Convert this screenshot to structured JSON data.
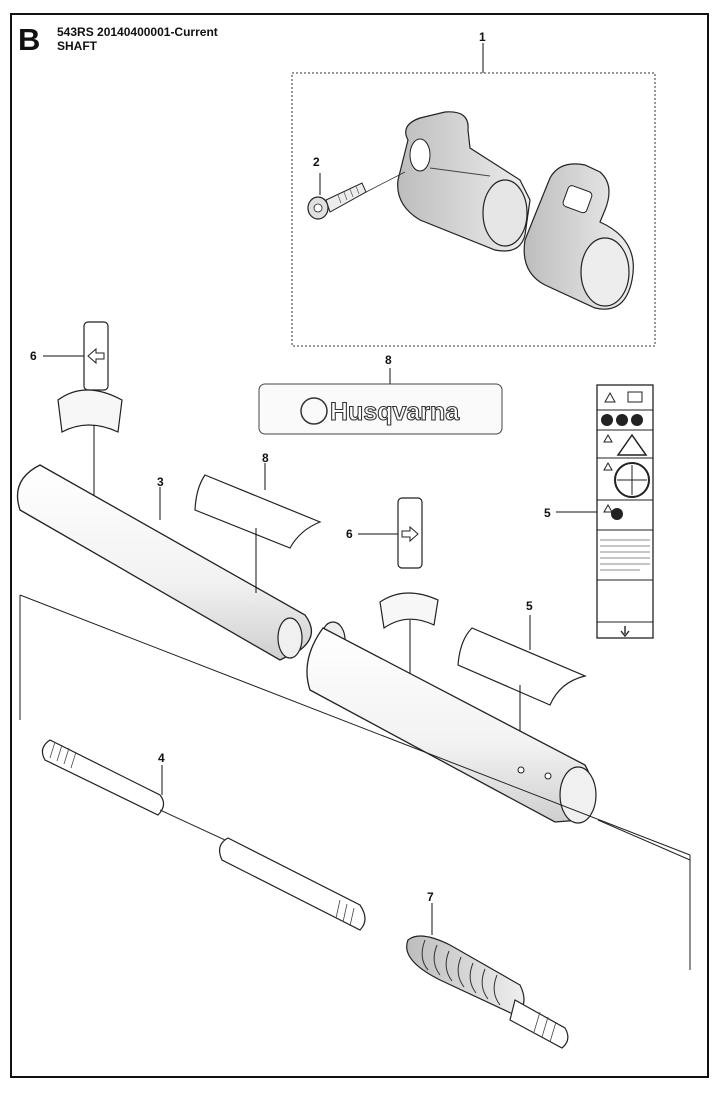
{
  "header": {
    "section_letter": "B",
    "model_line": "543RS  20140400001-Current",
    "title": "SHAFT"
  },
  "callouts": {
    "c1": "1",
    "c2": "2",
    "c3": "3",
    "c4": "4",
    "c5a": "5",
    "c5b": "5",
    "c6a": "6",
    "c6b": "6",
    "c7": "7",
    "c8a": "8",
    "c8b": "8"
  },
  "logo_text": "Husqvarna",
  "colors": {
    "line": "#111111",
    "part_fill": "#ffffff",
    "part_shade": "#d8d8d8"
  }
}
